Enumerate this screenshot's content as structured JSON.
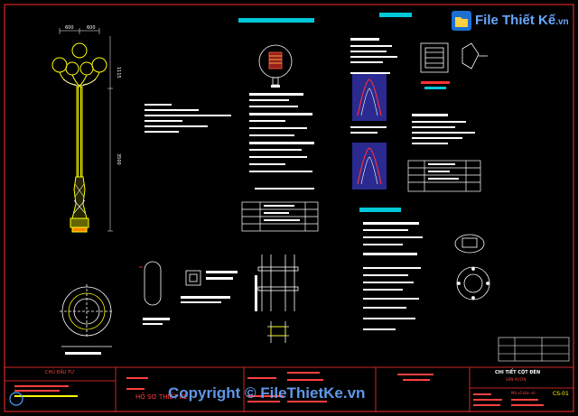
{
  "logo": {
    "brand": "File Thiết Kế",
    "tld": ".vn"
  },
  "watermark": {
    "text": "Copyright © FileThietKe.vn"
  },
  "dimensions": {
    "top_left": "600",
    "top_right": "600",
    "upper": "1115",
    "main": "3500"
  },
  "colors": {
    "background": "#000000",
    "frame": "#ff3030",
    "pole": "#ffff00",
    "lines": "#ffffff",
    "headers": "#00c8d8",
    "accent_blue": "#2a2a90",
    "watermark": "#6aa8ff"
  },
  "title_block": {
    "left_heading": "CHỦ ĐẦU TƯ",
    "project": "HỒ SƠ THIẾT KẾ",
    "drawing_title": "CHI TIẾT CỘT ĐÈN",
    "drawing_sub": "SÂN VƯỜN",
    "sheet_code": "CS-01",
    "sheet_label": "Mã số bản vẽ"
  }
}
